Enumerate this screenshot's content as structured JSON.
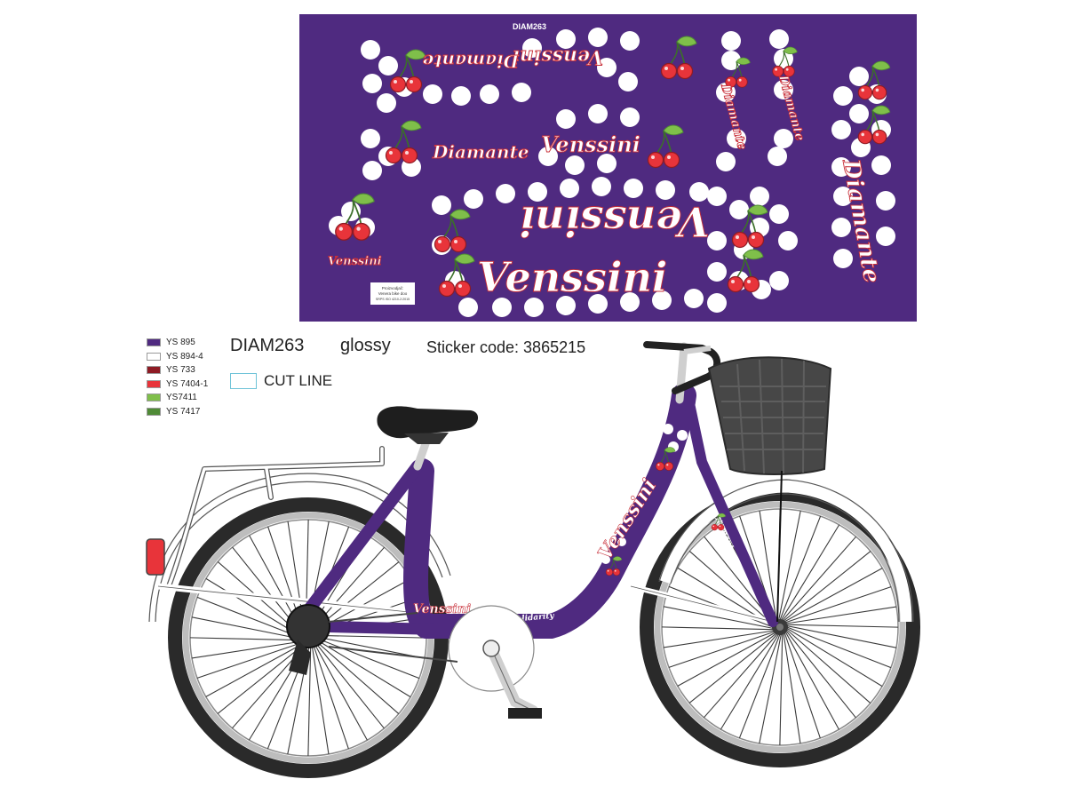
{
  "sheet": {
    "code_label": "DIAM263",
    "brand_text": "Venssini",
    "model_text": "Diamante",
    "maker_lines": [
      "Proizvodjač:",
      "Venera bike doo",
      "SRPS ISO 4210-2:2015"
    ],
    "bg_color": "#4f2a80"
  },
  "legend": {
    "swatches": [
      {
        "label": "YS 895",
        "color": "#4f2a80"
      },
      {
        "label": "YS 894-4",
        "color": "#ffffff"
      },
      {
        "label": "YS 733",
        "color": "#8e1b24"
      },
      {
        "label": "YS 7404-1",
        "color": "#e8343a"
      },
      {
        "label": "YS7411",
        "color": "#7fbf4a"
      },
      {
        "label": "YS 7417",
        "color": "#4f8a36"
      }
    ]
  },
  "info": {
    "code": "DIAM263",
    "finish": "glossy",
    "sticker_code": "Sticker code: 3865215",
    "cut_line": "CUT LINE"
  },
  "bike": {
    "frame_texts": {
      "brand": "Venssini",
      "model": "Diamante",
      "chainstay": "Solidarity"
    }
  }
}
